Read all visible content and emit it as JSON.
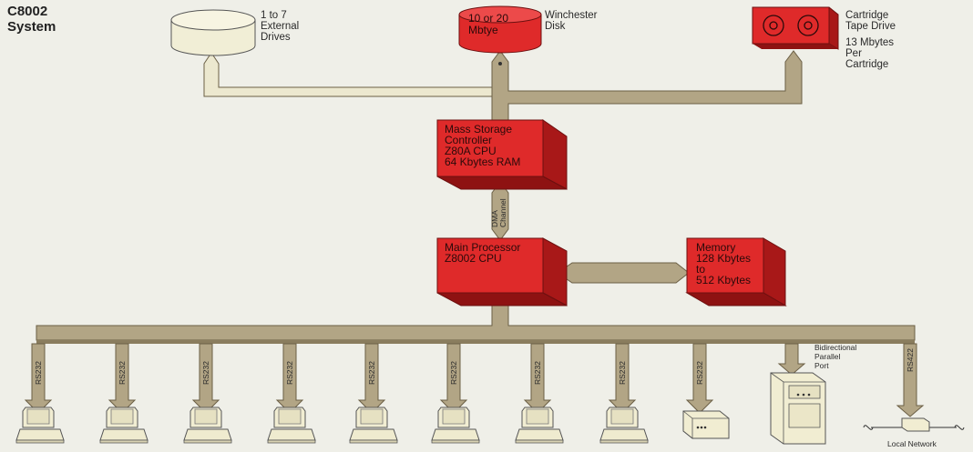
{
  "title": [
    "C8002",
    "System"
  ],
  "storage": {
    "external_drives": [
      "1 to 7",
      "External",
      "Drives"
    ],
    "winchester_capacity": [
      "10 or 20",
      "Mbtye"
    ],
    "winchester_label": [
      "Winchester",
      "Disk"
    ],
    "cartridge_label": [
      "Cartridge",
      "Tape Drive"
    ],
    "cartridge_capacity": [
      "13 Mbytes",
      "Per",
      "Cartridge"
    ]
  },
  "controller": [
    "Mass Storage",
    "Controller",
    "Z80A CPU",
    "64 Kbytes RAM"
  ],
  "dma": [
    "DMA",
    "Channel"
  ],
  "processor": [
    "Main Processor",
    "Z8002 CPU"
  ],
  "memory": [
    "Memory",
    "128 Kbytes",
    "to",
    "512 Kbytes"
  ],
  "ports": [
    "RS232",
    "RS232",
    "RS232",
    "RS232",
    "RS232",
    "RS232",
    "RS232",
    "RS232",
    "RS232",
    "RS422"
  ],
  "parallel_port": [
    "Bidirectional",
    "Parallel",
    "Port"
  ],
  "network_label": "Local Network",
  "colors": {
    "bus": "#b2a585",
    "bus_edge": "#6b5f45",
    "pale_bus": "#ece8cf",
    "red_box": "#df2a2a",
    "red_dark": "#a81818"
  }
}
